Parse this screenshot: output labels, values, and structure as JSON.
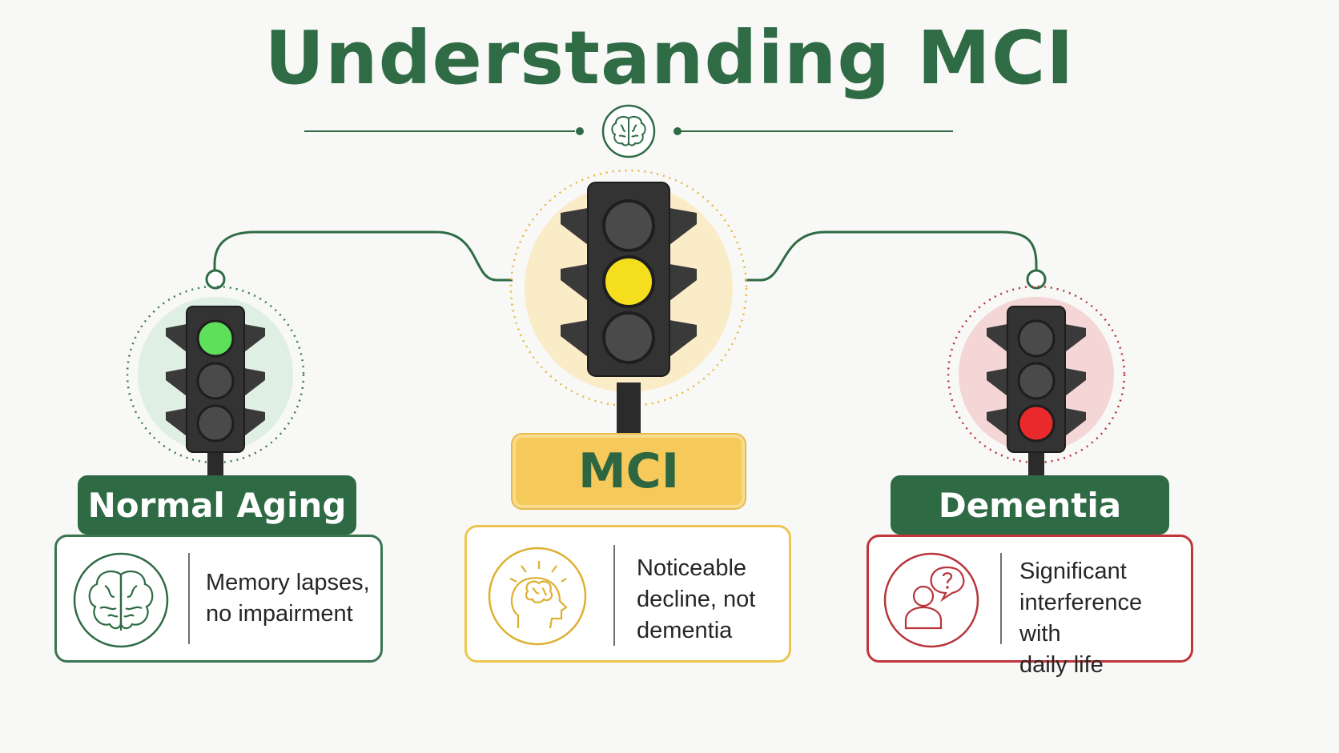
{
  "title": "Understanding MCI",
  "colors": {
    "brand_green": "#2f6b45",
    "normal": "#2e6a44",
    "mci": "#f5c95a",
    "dementia": "#c0363b",
    "light_green": "#5ee05a",
    "light_yellow": "#f4de1e",
    "light_red": "#ea2a2a"
  },
  "stages": [
    {
      "label": "Normal Aging",
      "active_light": "green",
      "icon": "brain-icon",
      "description_lines": [
        "Memory lapses,",
        "no impairment"
      ]
    },
    {
      "label": "MCI",
      "active_light": "yellow",
      "icon": "head-brain-icon",
      "description_lines": [
        "Noticeable",
        "decline, not",
        "dementia"
      ]
    },
    {
      "label": "Dementia",
      "active_light": "red",
      "icon": "person-question-icon",
      "description_lines": [
        "Significant",
        "interference with",
        "daily life"
      ]
    }
  ]
}
